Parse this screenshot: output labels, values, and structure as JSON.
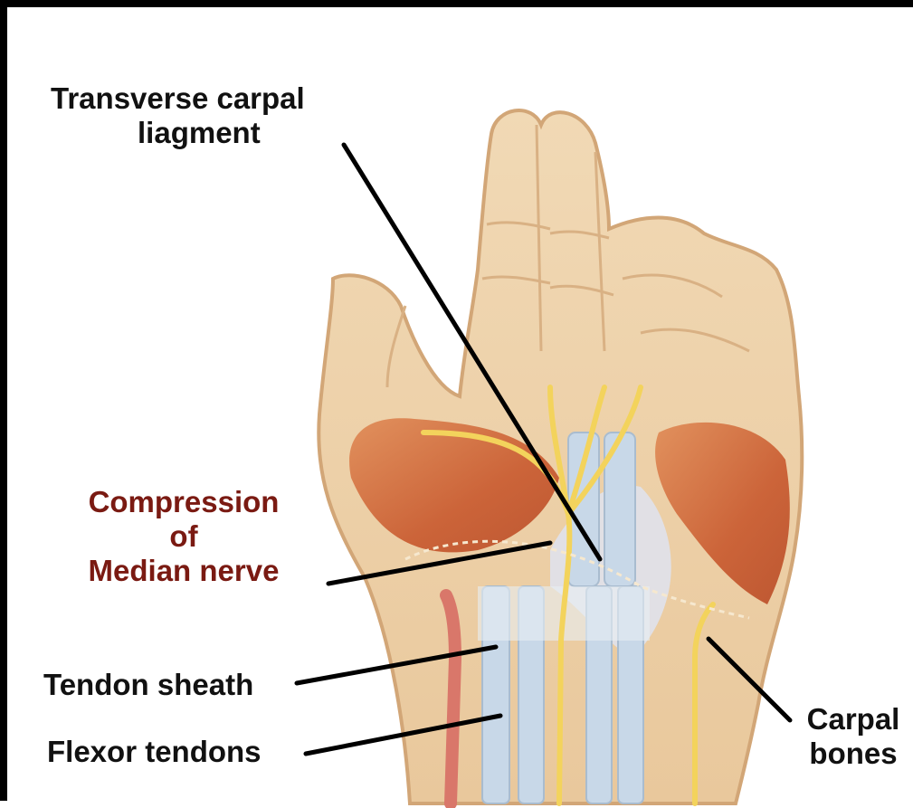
{
  "colors": {
    "border": "#000000",
    "background": "#ffffff",
    "label_text": "#111111",
    "highlight_label": "#7a1a12",
    "skin": "#eccfa6",
    "skin_outline": "#d2a677",
    "muscle": "#cf6a3a",
    "nerve": "#f3d35c",
    "ligament": "#dfe2ea",
    "tendon": "#c8d8e8",
    "artery": "#d9776a"
  },
  "labels": {
    "transverse_carpal": {
      "line1": "Transverse carpal",
      "line2": "liagment"
    },
    "compression": {
      "line1": "Compression",
      "line2": "of",
      "line3": "Median nerve"
    },
    "tendon_sheath": "Tendon sheath",
    "flexor_tendons": "Flexor tendons",
    "carpal_bones": {
      "line1": "Carpal",
      "line2": "bones"
    }
  },
  "icons": {
    "illustration": "hand-wrist-anatomy-illustration"
  }
}
